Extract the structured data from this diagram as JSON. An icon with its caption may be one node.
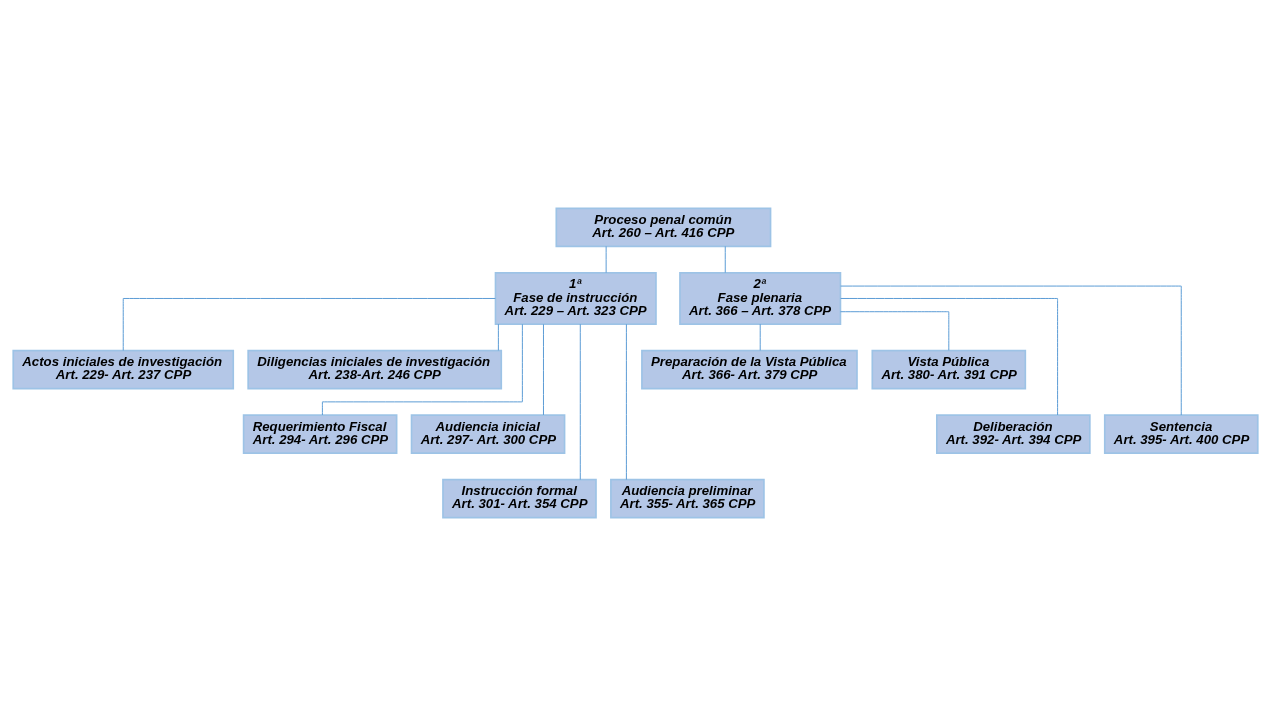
{
  "diagram": {
    "nodes": [
      {
        "text": [
          "Proceso penal común",
          "Art. 260 – Art. 416 CPP"
        ]
      },
      {
        "text": [
          "1ª",
          "Fase de instrucción",
          "Art. 229 – Art. 323 CPP"
        ]
      },
      {
        "text": [
          "2ª",
          "Fase plenaria",
          "Art. 366 – Art. 378 CPP"
        ]
      },
      {
        "text": [
          "Actos iniciales de investigación",
          "Art. 229- Art. 237 CPP"
        ]
      },
      {
        "text": [
          "Diligencias iniciales de investigación",
          "Art. 238-Art. 246 CPP"
        ]
      },
      {
        "text": [
          "Requerimiento Fiscal",
          "Art. 294- Art. 296 CPP"
        ]
      },
      {
        "text": [
          "Audiencia inicial",
          "Art. 297- Art. 300 CPP"
        ]
      },
      {
        "text": [
          "Instrucción formal",
          "Art. 301- Art. 354 CPP"
        ]
      },
      {
        "text": [
          "Audiencia preliminar",
          "Art. 355- Art. 365 CPP"
        ]
      },
      {
        "text": [
          "Preparación de la Vista Pública",
          "Art. 366- Art. 379 CPP"
        ]
      },
      {
        "text": [
          "Vista Pública",
          "Art. 380- Art. 391 CPP"
        ]
      },
      {
        "text": [
          "Deliberación",
          "Art. 392- Art. 394 CPP"
        ]
      },
      {
        "text": [
          "Sentencia",
          "Art. 395- Art. 400 CPP"
        ]
      }
    ],
    "edges": [
      {
        "from": 0,
        "to": 1,
        "arrow": "none"
      },
      {
        "from": 0,
        "to": 2,
        "arrow": "none"
      },
      {
        "from": 1,
        "to": 3,
        "arrow": "none"
      },
      {
        "from": 1,
        "to": 4,
        "arrow": "none"
      },
      {
        "from": 1,
        "to": 5,
        "arrow": "none"
      },
      {
        "from": 1,
        "to": 6,
        "arrow": "none"
      },
      {
        "from": 1,
        "to": 7,
        "arrow": "none"
      },
      {
        "from": 1,
        "to": 8,
        "arrow": "none"
      },
      {
        "from": 2,
        "to": 9,
        "arrow": "none"
      },
      {
        "from": 2,
        "to": 10,
        "arrow": "none"
      },
      {
        "from": 2,
        "to": 11,
        "arrow": "none"
      },
      {
        "from": 2,
        "to": 12,
        "arrow": "none"
      }
    ]
  }
}
